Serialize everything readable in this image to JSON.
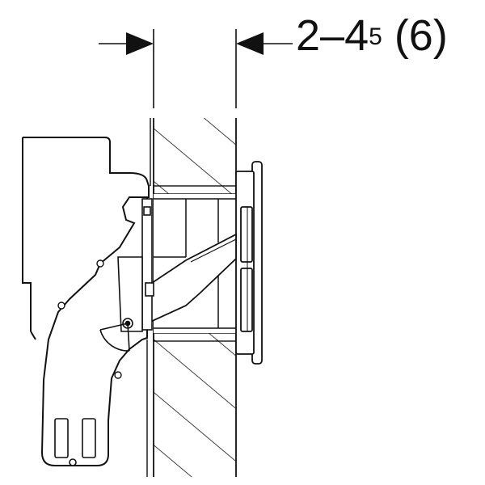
{
  "dimension": {
    "range_text": "2–4",
    "superscript": "5",
    "alternate_value": "(6)"
  }
}
